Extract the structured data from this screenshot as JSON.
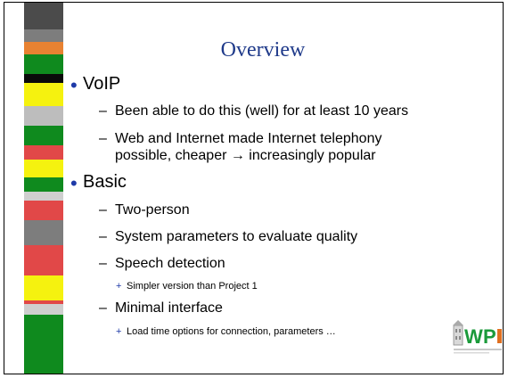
{
  "slide": {
    "title": "Overview",
    "bullets": [
      {
        "text": "VoIP",
        "subs": [
          {
            "text": "Been able to do this (well) for at least 10 years"
          },
          {
            "text": "Web and Internet made Internet telephony"
          },
          {
            "text": "possible, cheaper → increasingly popular"
          }
        ]
      },
      {
        "text": "Basic",
        "subs": [
          {
            "text": "Two-person"
          },
          {
            "text": "System parameters to evaluate quality"
          },
          {
            "text": "Speech detection",
            "subsubs": [
              "Simpler version than Project 1"
            ]
          },
          {
            "text": "Minimal interface",
            "subsubs": [
              "Load time options for connection, parameters …"
            ]
          }
        ]
      }
    ],
    "logo_text": "WPI"
  },
  "colors": {
    "title": "#1f3a8a",
    "bullet": "#1e3aa8",
    "strip": [
      "#4b4b4b",
      "#7d7d7d",
      "#e88232",
      "#0f8a1e",
      "#0a0a0a",
      "#f5f20f",
      "#bdbdbd",
      "#0f8a1e",
      "#e14848",
      "#f5f20f",
      "#0f8a1e",
      "#cfcfcf",
      "#e14848",
      "#7d7d7d",
      "#e14848",
      "#f5f20f",
      "#0f8a1e",
      "#0a0a0a"
    ]
  }
}
